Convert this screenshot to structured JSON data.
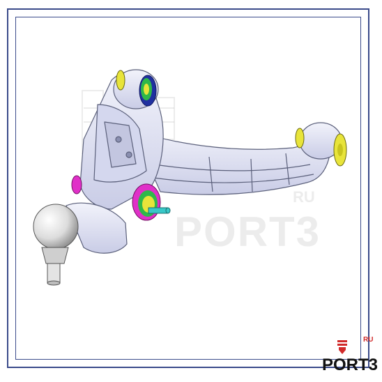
{
  "watermark": {
    "brand": "PORT3",
    "suffix": "RU"
  },
  "logo": {
    "brand": "PORT3",
    "suffix": "RU"
  },
  "colors": {
    "frame": "#3a4a8a",
    "arm_fill": "#e4e6f4",
    "arm_shadow": "#b9bddc",
    "bushing_yellow": "#e8e43a",
    "bushing_green": "#2fb84a",
    "bushing_blue": "#2030a0",
    "bushing_magenta": "#e030c8",
    "stud_cyan": "#38c8c8",
    "logo_red": "#d12a2a"
  }
}
